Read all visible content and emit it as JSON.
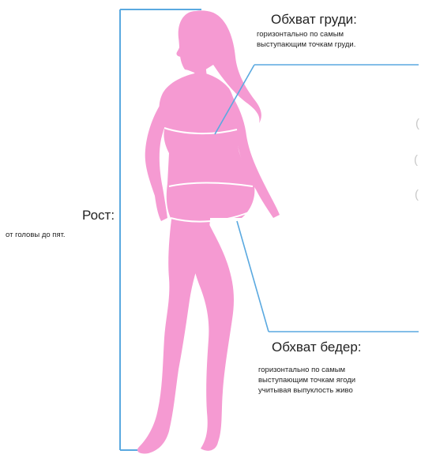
{
  "colors": {
    "figure": "#f59ad2",
    "guide_line": "#5aa9e0",
    "measure_line": "#ffffff",
    "text": "#222222"
  },
  "labels": {
    "chest": {
      "title": "Обхват груди:",
      "desc_1": "горизонтально по самым",
      "desc_2": "выступающим точкам груди."
    },
    "height": {
      "title": "Рост:",
      "desc": "от головы до пят."
    },
    "hips": {
      "title": "Обхват бедер:",
      "desc_1": "горизонтально по самым",
      "desc_2": "выступающим точкам ягоди",
      "desc_3": "учитывая выпуклость живо"
    }
  },
  "edge_fragments": [
    "(",
    "(",
    "("
  ]
}
